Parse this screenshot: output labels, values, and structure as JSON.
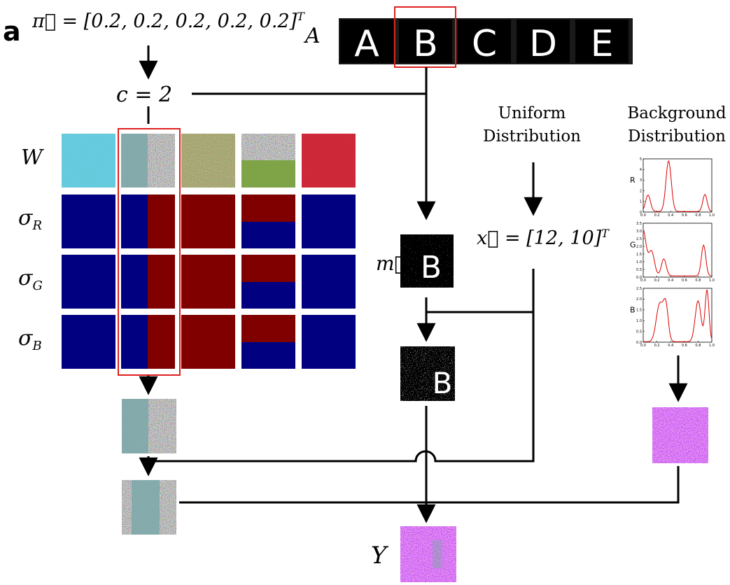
{
  "panel_label": "a",
  "pi_label": "π⃗ = [0.2, 0.2, 0.2, 0.2, 0.2]",
  "pi_sup": "T",
  "alphabet_label": "A",
  "letters": [
    "A",
    "B",
    "C",
    "D",
    "E"
  ],
  "selected_letter_index": 1,
  "c_label": "c = 2",
  "row_labels": {
    "W": "W",
    "sigma": "σ",
    "R": "R",
    "G": "G",
    "B": "B"
  },
  "uniform_label": "Uniform Distribution",
  "background_label": "Background Distribution",
  "x_label": "x⃗ = [12, 10]",
  "x_sup": "T",
  "m_label": "m⃗",
  "y_label": "Y",
  "plots": [
    {
      "channel": "R",
      "yticks": [
        "0",
        "1",
        "2",
        "3",
        "4",
        "5"
      ],
      "ymax": 5
    },
    {
      "channel": "G",
      "yticks": [
        "0.0",
        "0.5",
        "1.0",
        "1.5",
        "2.0",
        "2.5",
        "3.0",
        "3.5"
      ],
      "ymax": 3.5
    },
    {
      "channel": "B",
      "yticks": [
        "0.0",
        "0.5",
        "1.0",
        "1.5",
        "2.0",
        "2.5"
      ],
      "ymax": 2.5
    }
  ],
  "plot_xticks": [
    "0.0",
    "0.2",
    "0.4",
    "0.6",
    "0.8",
    "1.0"
  ],
  "colors": {
    "sigma_blue": "#000080",
    "sigma_red": "#800000",
    "highlight": "#e02020",
    "curve": "#dd0000",
    "cyan": "#5ec8dc",
    "crimson": "#cc2233"
  }
}
